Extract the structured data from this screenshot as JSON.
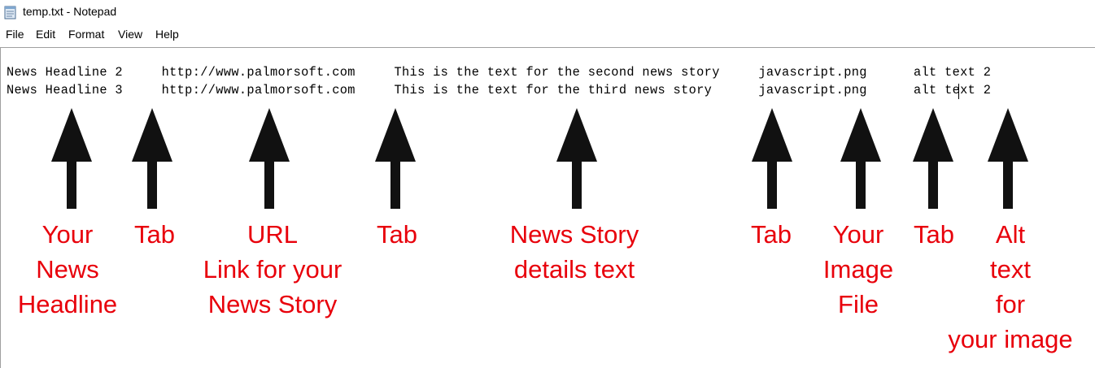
{
  "window": {
    "title": "temp.txt - Notepad",
    "icon": "notepad-icon"
  },
  "menu": {
    "items": [
      "File",
      "Edit",
      "Format",
      "View",
      "Help"
    ]
  },
  "editor": {
    "lines": [
      "News Headline 2     http://www.palmorsoft.com     This is the text for the second news story     javascript.png      alt text 2",
      "News Headline 3     http://www.palmorsoft.com     This is the text for the third news story      javascript.png      alt text 2"
    ]
  },
  "annotations": {
    "color": "#e8000b",
    "arrow_color": "#111111",
    "labels": {
      "headline": [
        "Your",
        "News",
        "Headline"
      ],
      "tab1": [
        "Tab"
      ],
      "url": [
        "URL",
        "Link for your",
        "News Story"
      ],
      "tab2": [
        "Tab"
      ],
      "story": [
        "News Story",
        "details text"
      ],
      "tab3": [
        "Tab"
      ],
      "image": [
        "Your",
        "Image",
        "File"
      ],
      "tab4": [
        "Tab"
      ],
      "alt": [
        "Alt",
        "text",
        "for",
        "your image"
      ]
    }
  }
}
